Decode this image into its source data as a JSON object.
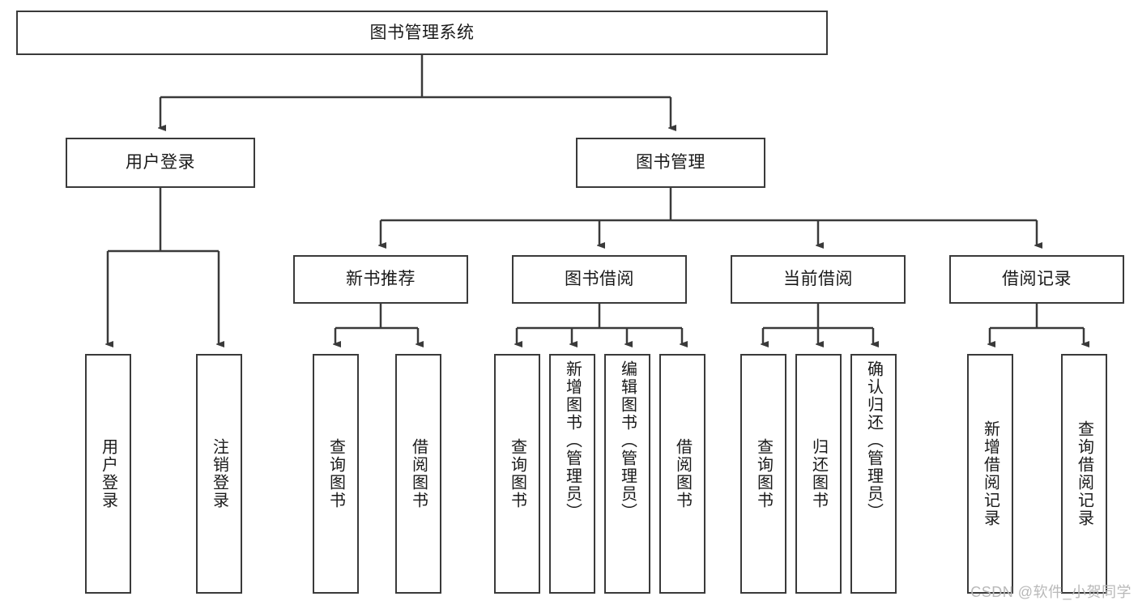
{
  "diagram": {
    "title": "图书管理系统",
    "type": "tree-hierarchy",
    "colors": {
      "box_border": "#3a3a3a",
      "box_fill": "#ffffff",
      "connector": "#3a3a3a",
      "text": "#1a1a1a",
      "watermark": "#b9b9b9",
      "background": "#ffffff"
    },
    "root": {
      "label": "图书管理系统"
    },
    "level2": [
      {
        "label": "用户登录"
      },
      {
        "label": "图书管理"
      }
    ],
    "level3": [
      {
        "label": "新书推荐"
      },
      {
        "label": "图书借阅"
      },
      {
        "label": "当前借阅"
      },
      {
        "label": "借阅记录"
      }
    ],
    "leaves": {
      "user_login": [
        {
          "label": "用户登录"
        },
        {
          "label": "注销登录"
        }
      ],
      "new_book_recommend": [
        {
          "label": "查询图书"
        },
        {
          "label": "借阅图书"
        }
      ],
      "book_borrow": [
        {
          "label": "查询图书"
        },
        {
          "label": "新增图书（管理员）"
        },
        {
          "label": "编辑图书（管理员）"
        },
        {
          "label": "借阅图书"
        }
      ],
      "current_borrow": [
        {
          "label": "查询图书"
        },
        {
          "label": "归还图书"
        },
        {
          "label": "确认归还（管理员）"
        }
      ],
      "borrow_record": [
        {
          "label": "新增借阅记录"
        },
        {
          "label": "查询借阅记录"
        }
      ]
    }
  },
  "watermark": {
    "text": "CSDN @软件_小贺同学"
  }
}
